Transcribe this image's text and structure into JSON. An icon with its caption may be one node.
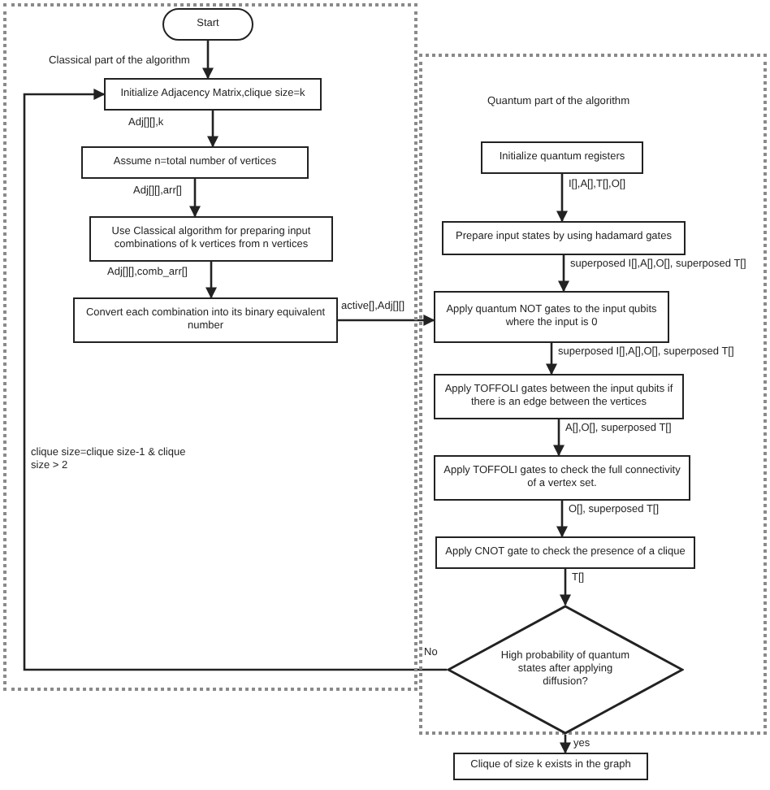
{
  "diagram": {
    "nodes": [
      {
        "text": [
          "Classical part of the algorithm"
        ]
      },
      {
        "text": [
          "Start"
        ],
        "in": 0
      },
      {
        "text": [
          "Initialize Adjacency Matrix,clique size=k"
        ],
        "in": 0
      },
      {
        "text": [
          "Assume n=total number of vertices"
        ],
        "in": 0
      },
      {
        "text": [
          "Use Classical algorithm for preparing input combinations of k vertices from n vertices"
        ],
        "in": 0
      },
      {
        "text": [
          "Convert each combination into its binary equivalent number"
        ],
        "in": 0
      },
      {
        "text": [
          "Quantum part of the algorithm"
        ]
      },
      {
        "text": [
          "Initialize quantum registers"
        ],
        "in": 6
      },
      {
        "text": [
          "Prepare input states by using hadamard gates"
        ],
        "in": 6
      },
      {
        "text": [
          "Apply quantum NOT gates to the input qubits where the input is 0"
        ],
        "in": 6
      },
      {
        "text": [
          "Apply TOFFOLI gates between the input qubits if there is an edge between the vertices"
        ],
        "in": 6
      },
      {
        "text": [
          "Apply TOFFOLI gates to check the full connectivity of a vertex set."
        ],
        "in": 6
      },
      {
        "text": [
          "Apply CNOT gate to check the presence of a clique"
        ],
        "in": 6
      },
      {
        "text": [
          "High probability of quantum states after applying diffusion?"
        ],
        "in": 6
      },
      {
        "text": [
          "Clique of size k exists in the graph"
        ]
      }
    ],
    "edges": [
      {
        "from": 1,
        "to": 2,
        "arrow": "to"
      },
      {
        "from": 2,
        "to": 3,
        "arrow": "to",
        "label": "Adj[][],k"
      },
      {
        "from": 3,
        "to": 4,
        "arrow": "to",
        "label": "Adj[][],arr[]"
      },
      {
        "from": 4,
        "to": 5,
        "arrow": "to",
        "label": "Adj[][],comb_arr[]"
      },
      {
        "from": 5,
        "to": 9,
        "arrow": "to",
        "label": "active[],Adj[][]"
      },
      {
        "from": 7,
        "to": 8,
        "arrow": "to",
        "label": "I[],A[],T[],O[]"
      },
      {
        "from": 8,
        "to": 9,
        "arrow": "to",
        "label": "superposed I[],A[],O[], superposed T[]"
      },
      {
        "from": 9,
        "to": 10,
        "arrow": "to",
        "label": "superposed I[],A[],O[], superposed T[]"
      },
      {
        "from": 10,
        "to": 11,
        "arrow": "to",
        "label": "A[],O[], superposed T[]"
      },
      {
        "from": 11,
        "to": 12,
        "arrow": "to",
        "label": "O[], superposed T[]"
      },
      {
        "from": 12,
        "to": 13,
        "arrow": "to",
        "label": "T[]"
      },
      {
        "from": 13,
        "to": 14,
        "arrow": "to",
        "label": "yes"
      },
      {
        "from": 13,
        "to": 2,
        "arrow": "to",
        "label": "No"
      }
    ],
    "labels": [
      "clique size=clique size-1 & clique size > 2"
    ]
  }
}
